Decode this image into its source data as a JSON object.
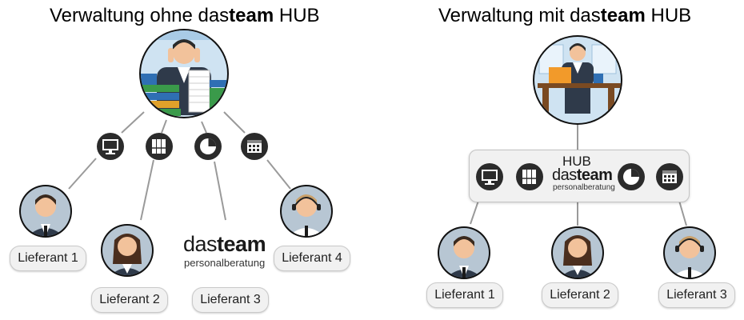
{
  "left_panel": {
    "title_prefix": "Verwaltung ohne das",
    "title_brand": "team",
    "title_suffix": " HUB",
    "logo": {
      "das": "das",
      "team": "team",
      "sub": "personalberatung"
    },
    "suppliers": [
      {
        "label": "Lieferant 1"
      },
      {
        "label": "Lieferant 2"
      },
      {
        "label": "Lieferant 3"
      },
      {
        "label": "Lieferant 4"
      }
    ]
  },
  "right_panel": {
    "title_prefix": "Verwaltung mit das",
    "title_brand": "team",
    "title_suffix": " HUB",
    "hub": {
      "title": "HUB",
      "das": "das",
      "team": "team",
      "sub": "personalberatung"
    },
    "suppliers": [
      {
        "label": "Lieferant 1"
      },
      {
        "label": "Lieferant 2"
      },
      {
        "label": "Lieferant 3"
      }
    ]
  },
  "icons": [
    "monitor-icon",
    "binders-icon",
    "pie-chart-icon",
    "calendar-icon"
  ],
  "colors": {
    "icon_circle": "#2b2b2b",
    "pill_bg": "#f1f1f1",
    "avatar_bg": "#b7c6d3",
    "suit": "#2f3a4a",
    "line": "#9a9a9a"
  }
}
